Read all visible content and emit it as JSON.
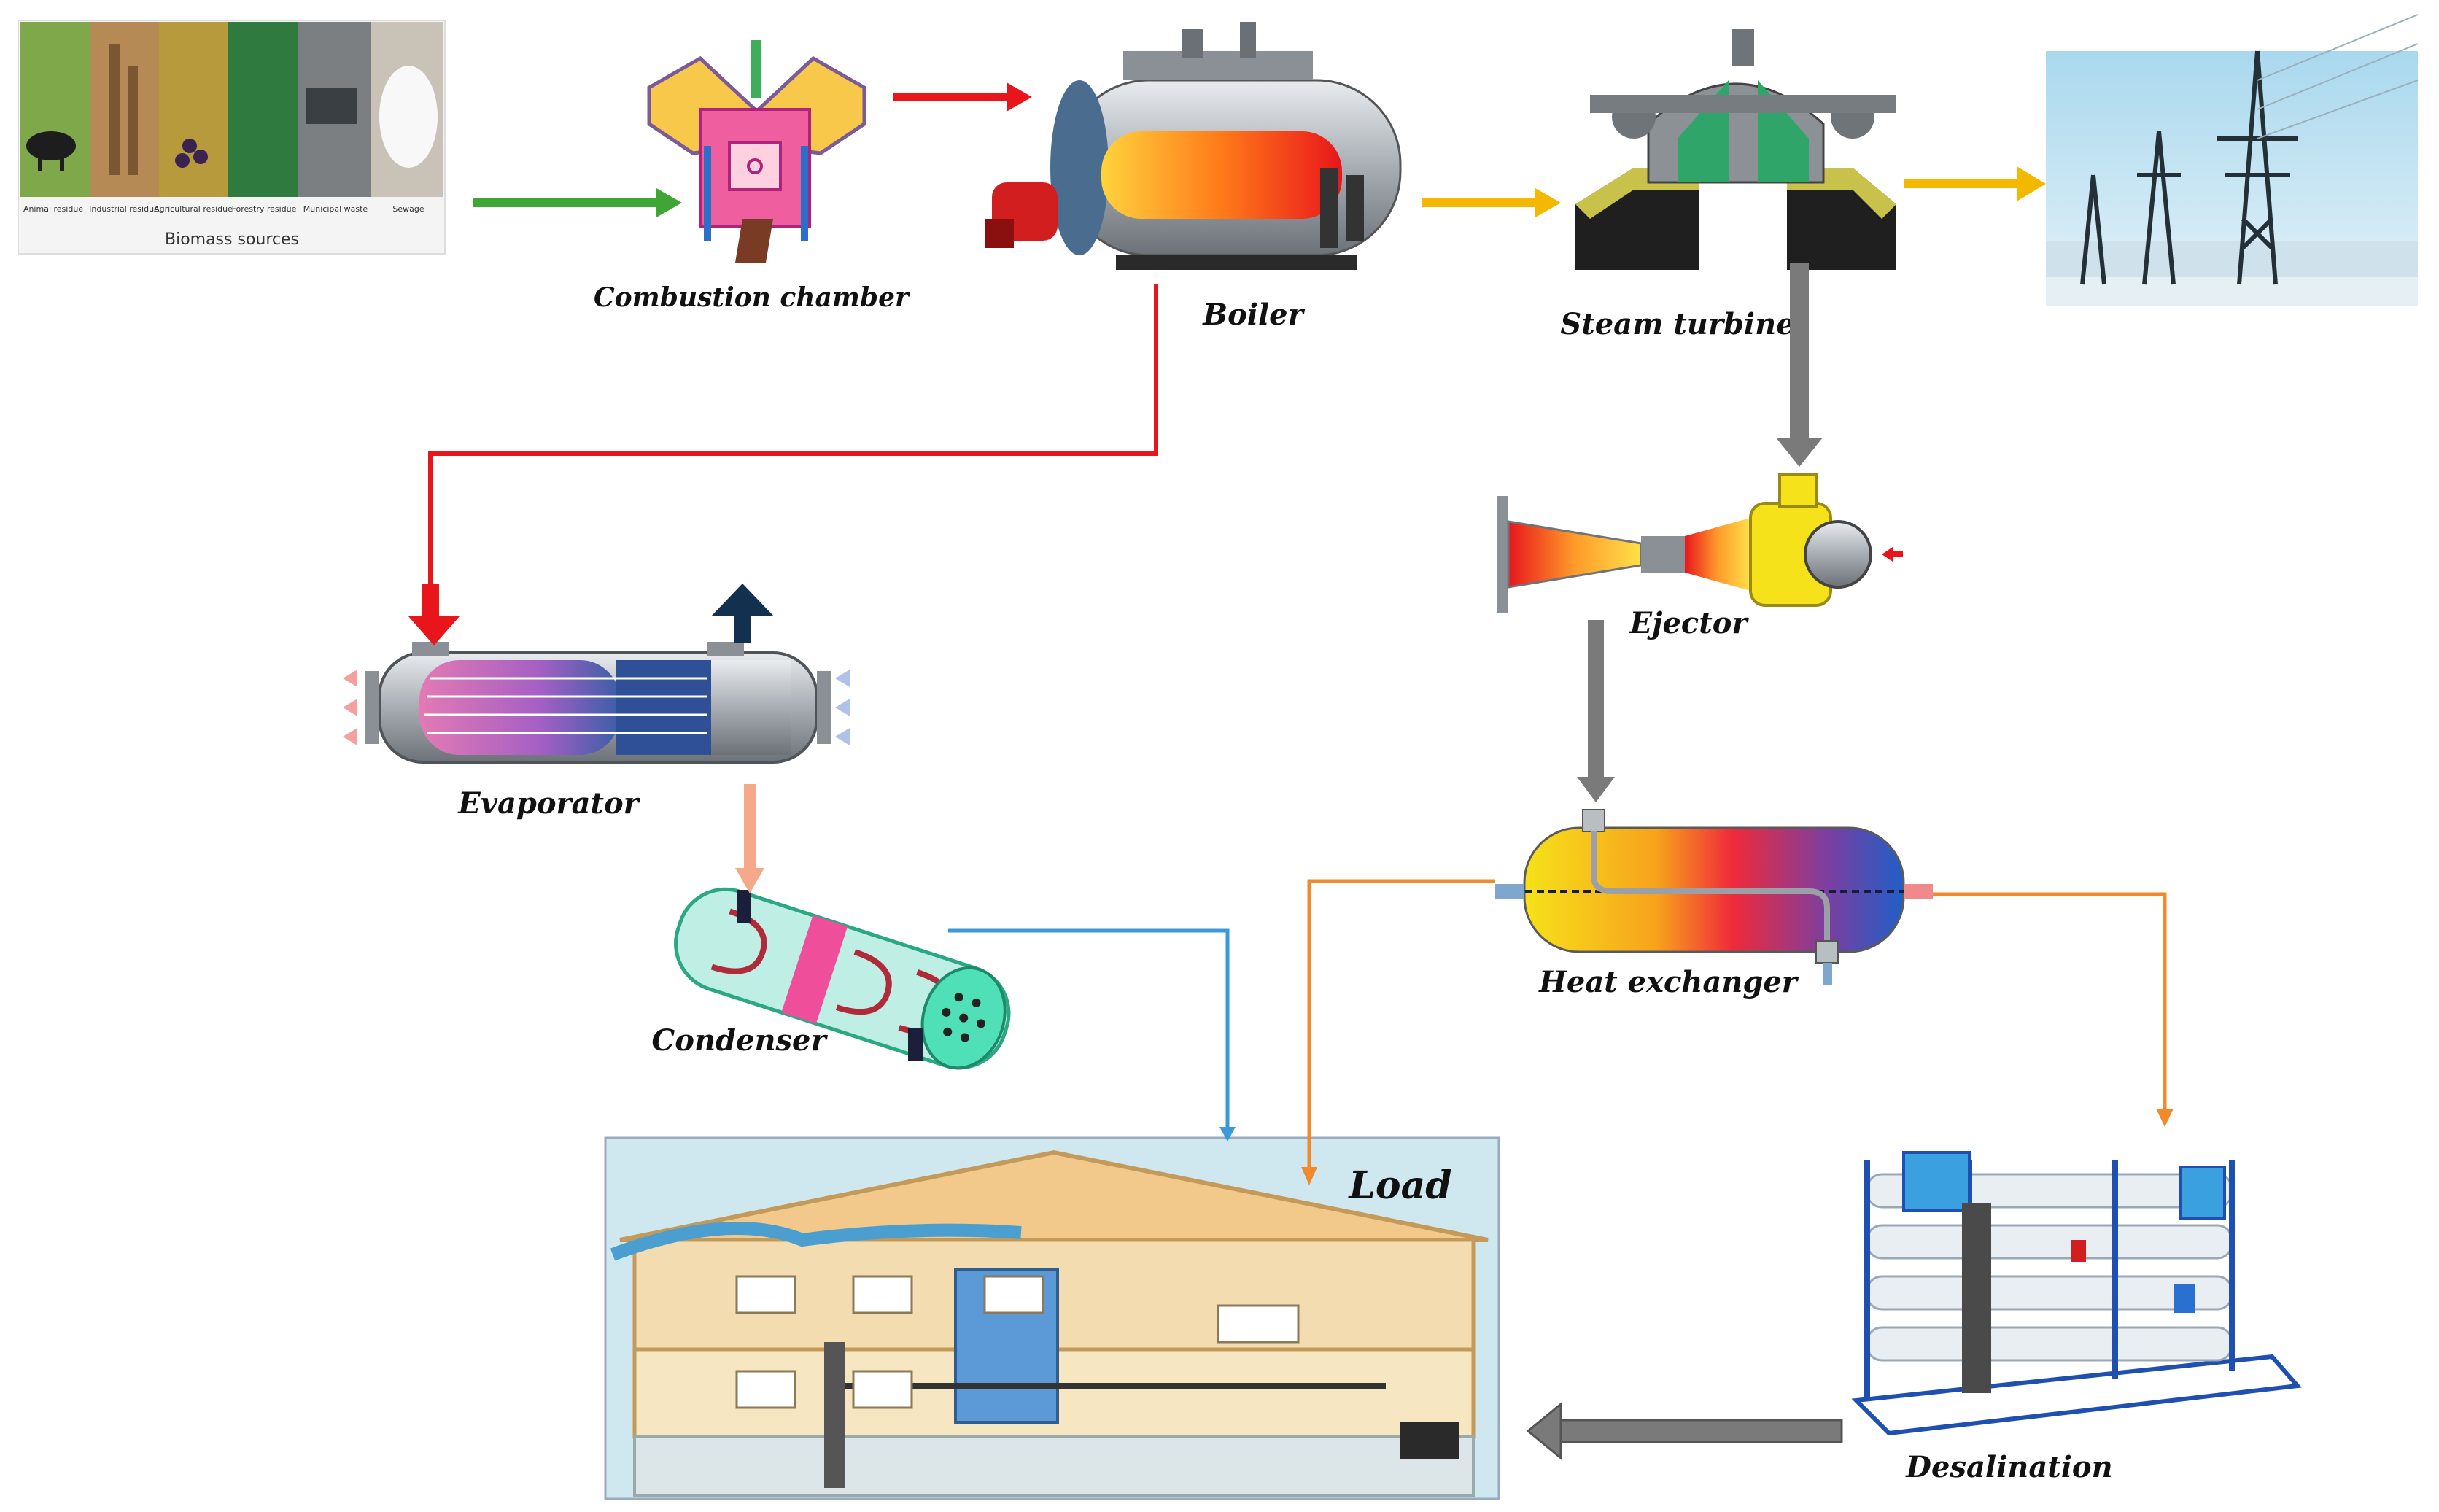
{
  "labels": {
    "biomass_caption": "Biomass sources",
    "combustion": "Combustion chamber",
    "boiler": "Boiler",
    "turbine": "Steam turbine",
    "ejector": "Ejector",
    "evaporator": "Evaporator",
    "condenser": "Condenser",
    "heat_exchanger": "Heat exchanger",
    "load": "Load",
    "desalination": "Desalination"
  },
  "biomass_items": [
    "Animal residue",
    "Industrial residue",
    "Agricultural residue",
    "Forestry residue",
    "Municipal waste",
    "Sewage"
  ],
  "colors": {
    "green_flow": "#3fa535",
    "red_flow": "#e8161b",
    "yellow_flow": "#f5b800",
    "gray_flow": "#7a7a7a",
    "orange_flow": "#f08a2c",
    "blue_flow": "#3a9ad9",
    "salmon_flow": "#f5a98a",
    "navy_flow": "#14304f"
  }
}
